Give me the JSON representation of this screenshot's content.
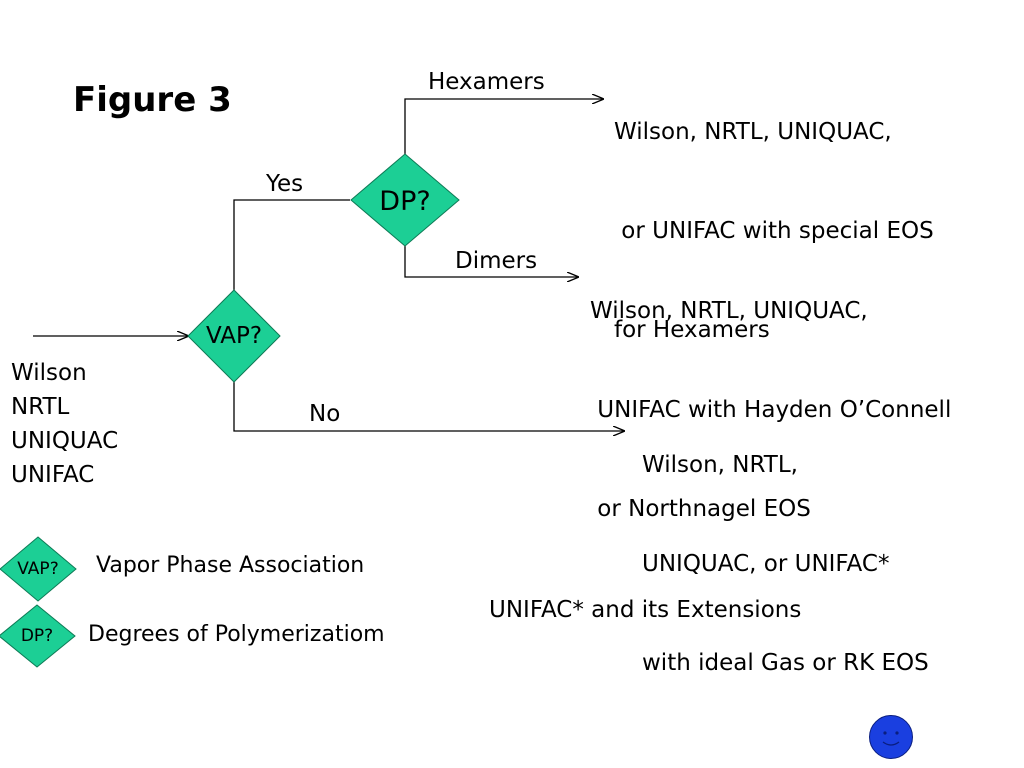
{
  "title": "Figure 3",
  "colors": {
    "diamond_fill": "#1ccf95",
    "line": "#000000",
    "face": "#1a3fe0"
  },
  "nodes": {
    "vap": "VAP?",
    "dp": "DP?"
  },
  "edges": {
    "yes": "Yes",
    "no": "No",
    "hexamers": "Hexamers",
    "dimers": "Dimers"
  },
  "inputs": [
    "Wilson",
    "NRTL",
    "UNIQUAC",
    "UNIFAC"
  ],
  "outcomes": {
    "hexamers": [
      "Wilson, NRTL, UNIQUAC,",
      " or UNIFAC with special EOS",
      "for Hexamers"
    ],
    "dimers": [
      "Wilson, NRTL, UNIQUAC,",
      " UNIFAC with Hayden O’Connell",
      " or Northnagel EOS"
    ],
    "no": [
      "Wilson, NRTL,",
      "UNIQUAC, or UNIFAC*",
      "with ideal Gas or RK EOS"
    ]
  },
  "legend": [
    {
      "symbol": "VAP?",
      "text": "Vapor Phase Association"
    },
    {
      "symbol": "DP?",
      "text": "Degrees of Polymerizatiom"
    }
  ],
  "footnote": "UNIFAC* and its Extensions",
  "icons": {
    "face": "smiley-face-icon"
  }
}
